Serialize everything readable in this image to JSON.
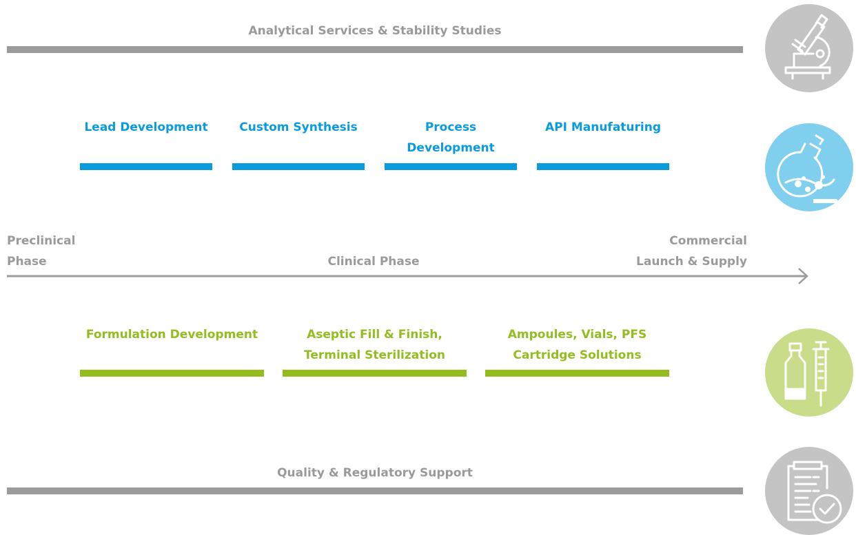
{
  "top_band": {
    "label": "Analytical Services & Stability Studies"
  },
  "bottom_band": {
    "label": "Quality & Regulatory Support"
  },
  "api_services": {
    "items": [
      {
        "line1": "",
        "line2": "Lead Development"
      },
      {
        "line1": "",
        "line2": "Custom Synthesis"
      },
      {
        "line1": "Process",
        "line2": "Development"
      },
      {
        "line1": "",
        "line2": "API Manufaturing"
      }
    ]
  },
  "drug_product_services": {
    "items": [
      {
        "line1": "",
        "line2": "Formulation Development"
      },
      {
        "line1": "Aseptic Fill & Finish,",
        "line2": "Terminal Sterilization"
      },
      {
        "line1": "Ampoules, Vials, PFS",
        "line2": "Cartridge Solutions"
      }
    ]
  },
  "phases": {
    "preclinical_line1": "Preclinical",
    "preclinical_line2": "Phase",
    "clinical": "Clinical Phase",
    "commercial_line1": "Commercial",
    "commercial_line2": "Launch & Supply"
  },
  "colors": {
    "gray": "#9b9b9b",
    "blue": "#0a9bdc",
    "light_blue": "#81cfee",
    "green": "#93bd1f",
    "light_green": "#c8dc8a",
    "light_gray": "#c4c4c4"
  },
  "icons": [
    "microscope-icon",
    "flask-icon",
    "vial-syringe-icon",
    "document-check-icon"
  ]
}
